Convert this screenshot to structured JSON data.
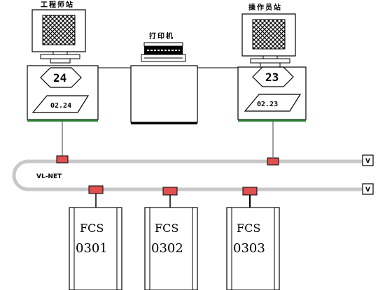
{
  "stations": [
    {
      "title": "工程师站",
      "id": "24",
      "ip": "02.24"
    },
    {
      "title": "操作员站",
      "id": "23",
      "ip": "02.23"
    }
  ],
  "printer": {
    "title": "打印机"
  },
  "bus": {
    "label": "VL-NET",
    "terminator": "V"
  },
  "fcs": [
    {
      "label": "FCS",
      "number": "0301"
    },
    {
      "label": "FCS",
      "number": "0302"
    },
    {
      "label": "FCS",
      "number": "0303"
    }
  ],
  "colors": {
    "bus": "#c8c8c8",
    "connector": "#e05050",
    "base": "#2e7d32",
    "line": "#000000"
  }
}
